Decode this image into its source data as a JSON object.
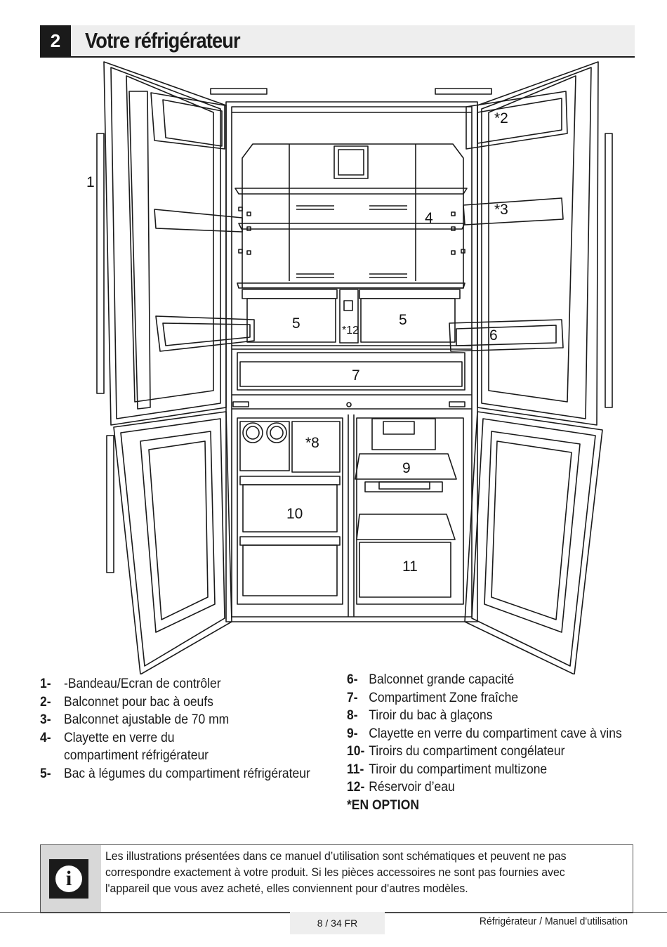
{
  "header": {
    "number": "2",
    "title": "Votre réfrigérateur"
  },
  "diagram": {
    "callouts": {
      "c1": "1",
      "c2": "*2",
      "c3": "*3",
      "c4": "4",
      "c5a": "5",
      "c5b": "5",
      "c12": "*12",
      "c6": "6",
      "c7": "7",
      "c8": "*8",
      "c9": "9",
      "c10": "10",
      "c11": "11"
    }
  },
  "legend": {
    "left": [
      {
        "num": "1-",
        "text": "-Bandeau/Ecran de contrôler"
      },
      {
        "num": "2-",
        "text": " Balconnet pour bac à oeufs"
      },
      {
        "num": "3-",
        "text": " Balconnet ajustable de 70 mm"
      },
      {
        "num": "4-",
        "text": "Clayette en verre du compartiment réfrigérateur"
      },
      {
        "num": "5-",
        "text": "Bac à légumes du compartiment réfrigérateur"
      }
    ],
    "right": [
      {
        "num": "6-",
        "text": "Balconnet grande capacité"
      },
      {
        "num": "7-",
        "text": "Compartiment Zone fraîche"
      },
      {
        "num": "8-",
        "text": "Tiroir du bac à glaçons"
      },
      {
        "num": "9-",
        "text": "Clayette en verre du compartiment cave à vins"
      },
      {
        "num": "10-",
        "text": "Tiroirs du compartiment congélateur"
      },
      {
        "num": "11-",
        "text": "Tiroir du compartiment multizone"
      },
      {
        "num": "12-",
        "text": "Réservoir d’eau"
      }
    ],
    "option_note": "*EN OPTION"
  },
  "info": {
    "icon": "info-icon",
    "text": "Les illustrations présentées dans ce manuel d’utilisation sont schématiques et peuvent ne pas correspondre exactement à votre produit. Si les pièces accessoires ne sont pas fournies avec l'appareil que vous avez acheté, elles conviennent pour d'autres modèles."
  },
  "footer": {
    "page": "8 / 34 FR",
    "title": "Réfrigérateur / Manuel d'utilisation"
  }
}
